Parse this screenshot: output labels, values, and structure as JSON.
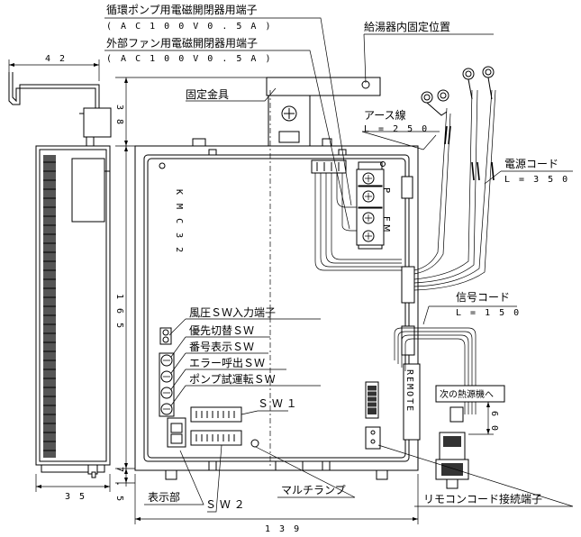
{
  "callouts": {
    "pump_terminal": "循環ポンプ用電磁開閉器用端子",
    "pump_rating": "( A C 1 0 0 V     0 . 5 A )",
    "fan_terminal": "外部ファン用電磁開閉器用端子",
    "fan_rating": "( A C 1 0 0 V     0 . 5 A )",
    "fixing_position": "給湯器内固定位置",
    "fixing_bracket": "固定金具",
    "earth_wire": "アース線",
    "earth_length": "L = 2 5 0",
    "power_cord": "電源コード",
    "power_length": "L = 3 5 0",
    "signal_cord": "信号コード",
    "signal_length": "L = 1 5 0",
    "wind_pressure": "風圧ＳＷ入力端子",
    "priority_switch": "優先切替ＳＷ",
    "number_display": "番号表示ＳＷ",
    "error_call": "エラー呼出ＳＷ",
    "pump_test": "ポンプ試運転ＳＷ",
    "sw1": "Ｓ Ｗ １",
    "display": "表示部",
    "sw2": "Ｓ Ｗ ２",
    "multi_lamp": "マルチランプ",
    "remote_terminal": "リモコンコード接続端子",
    "next_heater": "次の熱源機へ"
  },
  "board": {
    "model": "K M C 3 2",
    "remote_label": "REMOTE",
    "terminal_p": "P",
    "terminal_fm": "F M"
  },
  "dimensions": {
    "d42": "4 2",
    "d38": "3 8",
    "d165": "1 6 5",
    "d7_5": "7 . 5",
    "d35": "3 5",
    "d139": "1 3 9",
    "d60": "6 0"
  }
}
